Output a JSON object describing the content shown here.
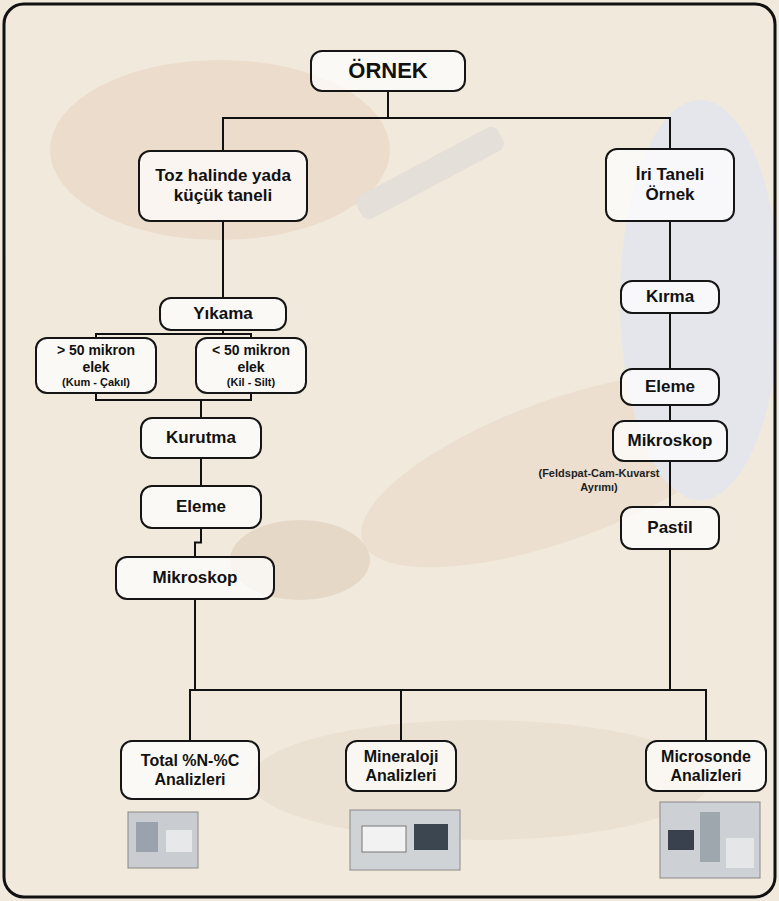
{
  "diagram": {
    "nodes": [
      {
        "text": [
          "ÖRNEK"
        ]
      },
      {
        "text": [
          "Toz halinde yada küçük taneli"
        ]
      },
      {
        "text": [
          "İri Taneli Örnek"
        ]
      },
      {
        "text": [
          "Yıkama"
        ]
      },
      {
        "text": [
          "Kırma"
        ]
      },
      {
        "text": [
          "> 50 mikron elek",
          "(Kum - Çakıl)"
        ]
      },
      {
        "text": [
          "< 50 mikron elek",
          "(Kil - Silt)"
        ]
      },
      {
        "text": [
          "Eleme"
        ]
      },
      {
        "text": [
          "Kurutma"
        ]
      },
      {
        "text": [
          "Mikroskop"
        ]
      },
      {
        "text": [
          "Eleme"
        ]
      },
      {
        "text": [
          "Pastil"
        ]
      },
      {
        "text": [
          "Mikroskop"
        ]
      },
      {
        "text": [
          "Total %N-%C Analizleri"
        ]
      },
      {
        "text": [
          "Mineraloji Analizleri"
        ]
      },
      {
        "text": [
          "Microsonde Analizleri"
        ]
      }
    ],
    "edges": [
      {
        "from": 0,
        "to": 1,
        "arrow": "none"
      },
      {
        "from": 0,
        "to": 2,
        "arrow": "none"
      },
      {
        "from": 1,
        "to": 3,
        "arrow": "none"
      },
      {
        "from": 2,
        "to": 4,
        "arrow": "none"
      },
      {
        "from": 3,
        "to": 5,
        "arrow": "none"
      },
      {
        "from": 3,
        "to": 6,
        "arrow": "none"
      },
      {
        "from": 4,
        "to": 7,
        "arrow": "none"
      },
      {
        "from": 5,
        "to": 8,
        "arrow": "none"
      },
      {
        "from": 6,
        "to": 8,
        "arrow": "none"
      },
      {
        "from": 7,
        "to": 9,
        "arrow": "none"
      },
      {
        "from": 8,
        "to": 10,
        "arrow": "none"
      },
      {
        "from": 9,
        "to": 11,
        "arrow": "none"
      },
      {
        "from": 10,
        "to": 12,
        "arrow": "none"
      },
      {
        "from": 12,
        "to": 13,
        "arrow": "none"
      },
      {
        "from": 12,
        "to": 14,
        "arrow": "none"
      },
      {
        "from": 12,
        "to": 15,
        "arrow": "none"
      },
      {
        "from": 11,
        "to": 13,
        "arrow": "none"
      },
      {
        "from": 11,
        "to": 14,
        "arrow": "none"
      },
      {
        "from": 11,
        "to": 15,
        "arrow": "none"
      }
    ],
    "labels": [
      "(Feldspat-Cam-Kuvarst Ayrımı)"
    ]
  }
}
